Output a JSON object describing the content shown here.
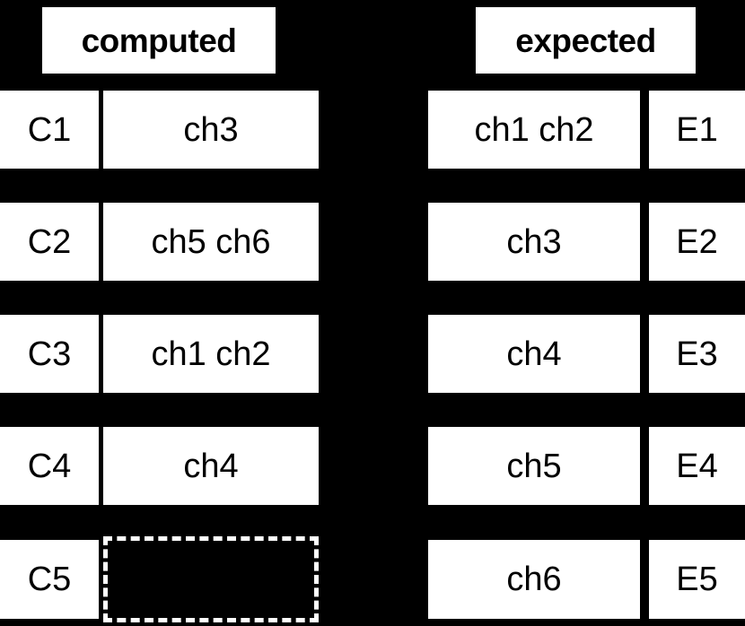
{
  "headers": {
    "computed": "computed",
    "expected": "expected"
  },
  "computed_rows": [
    {
      "label": "C1",
      "value": "ch3",
      "empty": false
    },
    {
      "label": "C2",
      "value": "ch5 ch6",
      "empty": false
    },
    {
      "label": "C3",
      "value": "ch1 ch2",
      "empty": false
    },
    {
      "label": "C4",
      "value": "ch4",
      "empty": false
    },
    {
      "label": "C5",
      "value": "",
      "empty": true
    }
  ],
  "expected_rows": [
    {
      "label": "E1",
      "value": "ch1 ch2"
    },
    {
      "label": "E2",
      "value": "ch3"
    },
    {
      "label": "E3",
      "value": "ch4"
    },
    {
      "label": "E4",
      "value": "ch5"
    },
    {
      "label": "E5",
      "value": "ch6"
    }
  ],
  "colors": {
    "background": "#000000",
    "box_fill": "#ffffff",
    "text": "#000000",
    "dashed_border": "#ffffff"
  }
}
